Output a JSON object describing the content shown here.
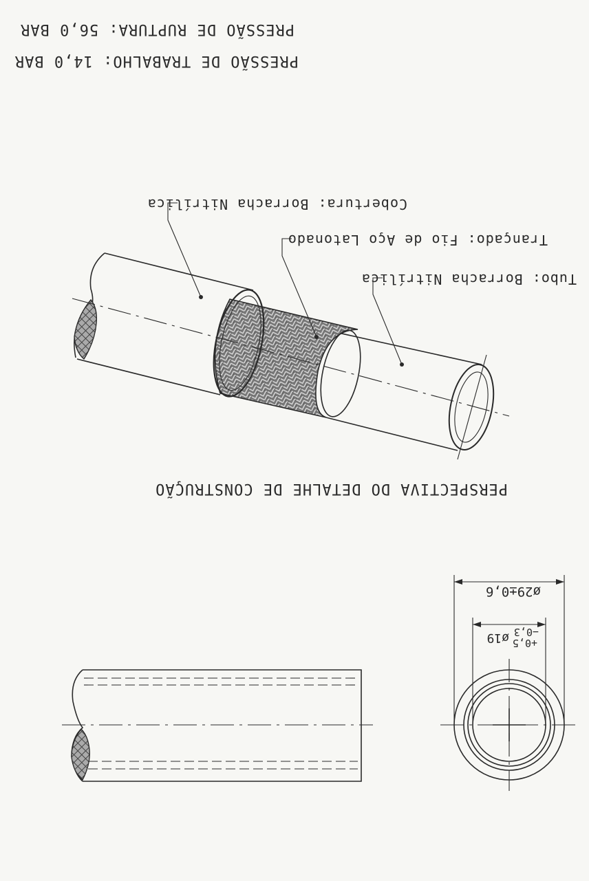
{
  "specs": {
    "rupture_pressure": "PRESSÃO DE RUPTURA: 56,0 BAR",
    "working_pressure": "PRESSÃO DE TRABALHO: 14,0 BAR"
  },
  "perspective": {
    "caption": "PERSPECTIVA DO DETALHE DE CONSTRUÇÃO",
    "labels": {
      "cover": "Cobertura: Borracha Nitrílica",
      "braid": "Trançado: Fio de Aço Latonado",
      "tube": "Tubo: Borracha Nitrílica"
    }
  },
  "section": {
    "outer_diameter": "ø29±0,6",
    "inner_diameter_nominal": "ø19",
    "inner_tol_minus": "−0,3",
    "inner_tol_plus": "+0,5"
  }
}
